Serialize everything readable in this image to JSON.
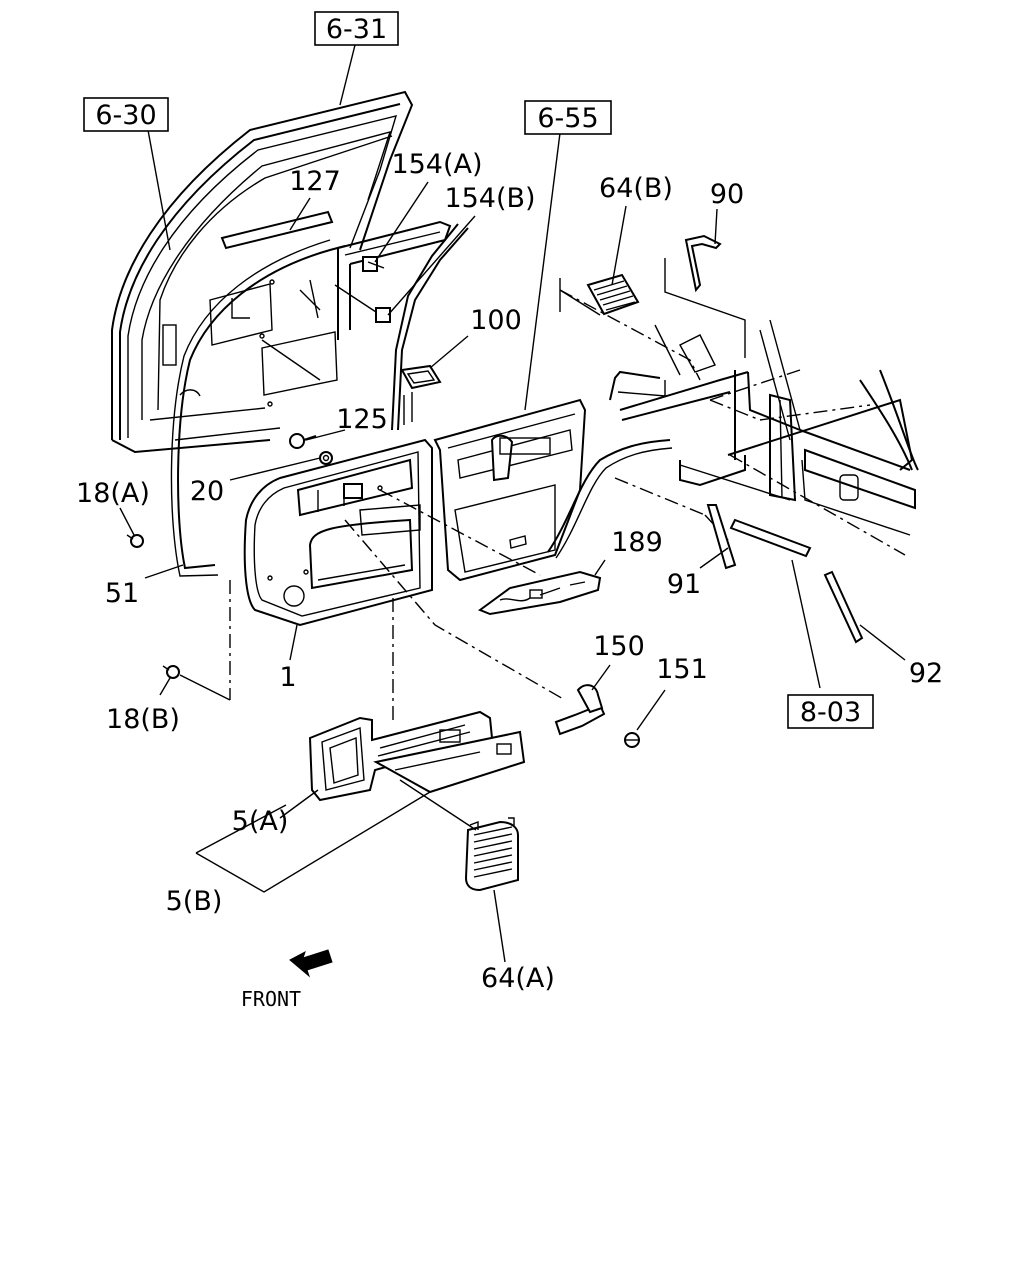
{
  "callouts": {
    "c6_31": "6-31",
    "c6_30": "6-30",
    "c6_55": "6-55",
    "c8_03": "8-03",
    "p127": "127",
    "p154a": "154(A)",
    "p154b": "154(B)",
    "p64b": "64(B)",
    "p90": "90",
    "p100": "100",
    "p125": "125",
    "p20": "20",
    "p18a": "18(A)",
    "p51": "51",
    "p189": "189",
    "p91": "91",
    "p92": "92",
    "p1": "1",
    "p150": "150",
    "p151": "151",
    "p18b": "18(B)",
    "p5a": "5(A)",
    "p5b": "5(B)",
    "p64a": "64(A)"
  },
  "front_label": "FRONT"
}
